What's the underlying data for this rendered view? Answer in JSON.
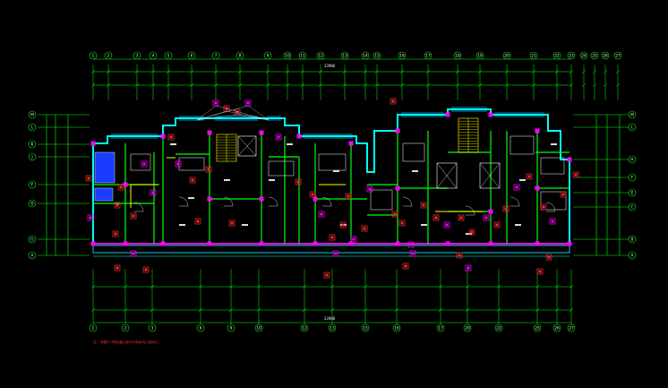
{
  "colors": {
    "background": "#000000",
    "dimension": "#00ff00",
    "axis_bubble": "#00ff00",
    "wall_outer": "#00ffff",
    "wall_inner": "#00ff00",
    "structure": "#ff00ff",
    "room_line": "#ffffff",
    "tag": "#ff00ff",
    "window": "#00bfff",
    "stair": "#ffff00",
    "note": "#ff3030"
  },
  "axes_top": [
    "1",
    "2",
    "3",
    "4",
    "5",
    "6",
    "7",
    "8",
    "9",
    "10",
    "11",
    "12",
    "13",
    "14",
    "15",
    "16",
    "17",
    "18",
    "19",
    "20",
    "21",
    "22",
    "23",
    "24",
    "25",
    "26",
    "27"
  ],
  "axes_bottom": [
    "1",
    "2",
    "3",
    "6",
    "9",
    "10",
    "12",
    "13",
    "15",
    "16",
    "17",
    "20",
    "22",
    "25",
    "26",
    "27"
  ],
  "axes_left": [
    "M",
    "L",
    "K",
    "J",
    "F",
    "D",
    "G",
    "A"
  ],
  "axes_right": [
    "M",
    "L",
    "H",
    "F",
    "E",
    "C",
    "B",
    "A"
  ],
  "total_dimension": "33900",
  "note_text": "注: 本图尺寸除标高以米计外其余均以毫米计。"
}
